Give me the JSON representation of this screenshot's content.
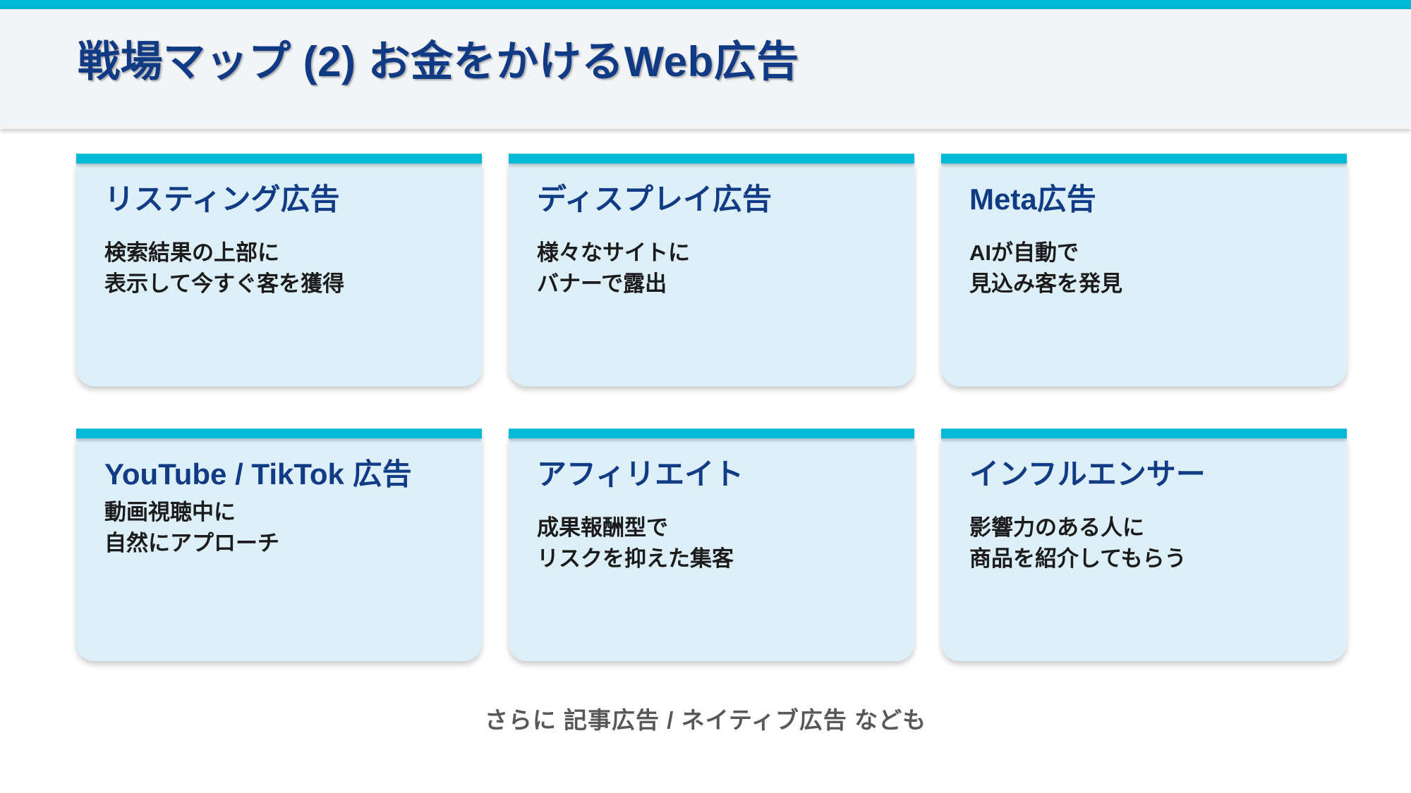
{
  "theme": {
    "accent": "#00b9d6",
    "title_color": "#113a85",
    "card_bg": "#ddf0f9",
    "header_bg": "#f2f4f6",
    "body_text": "#1b1b1b",
    "footer_text": "#585858"
  },
  "header": {
    "title": "戦場マップ (2)  お金をかけるWeb広告"
  },
  "cards": [
    {
      "title": "リスティング広告",
      "desc": "検索結果の上部に\n表示して今すぐ客を獲得"
    },
    {
      "title": "ディスプレイ広告",
      "desc": "様々なサイトに\nバナーで露出"
    },
    {
      "title": "Meta広告",
      "desc": "AIが自動で\n見込み客を発見"
    },
    {
      "title": "YouTube / TikTok 広告",
      "desc": "動画視聴中に\n自然にアプローチ"
    },
    {
      "title": "アフィリエイト",
      "desc": "成果報酬型で\nリスクを抑えた集客"
    },
    {
      "title": "インフルエンサー",
      "desc": "影響力のある人に\n商品を紹介してもらう"
    }
  ],
  "footer": {
    "note": "さらに 記事広告 / ネイティブ広告 なども"
  }
}
